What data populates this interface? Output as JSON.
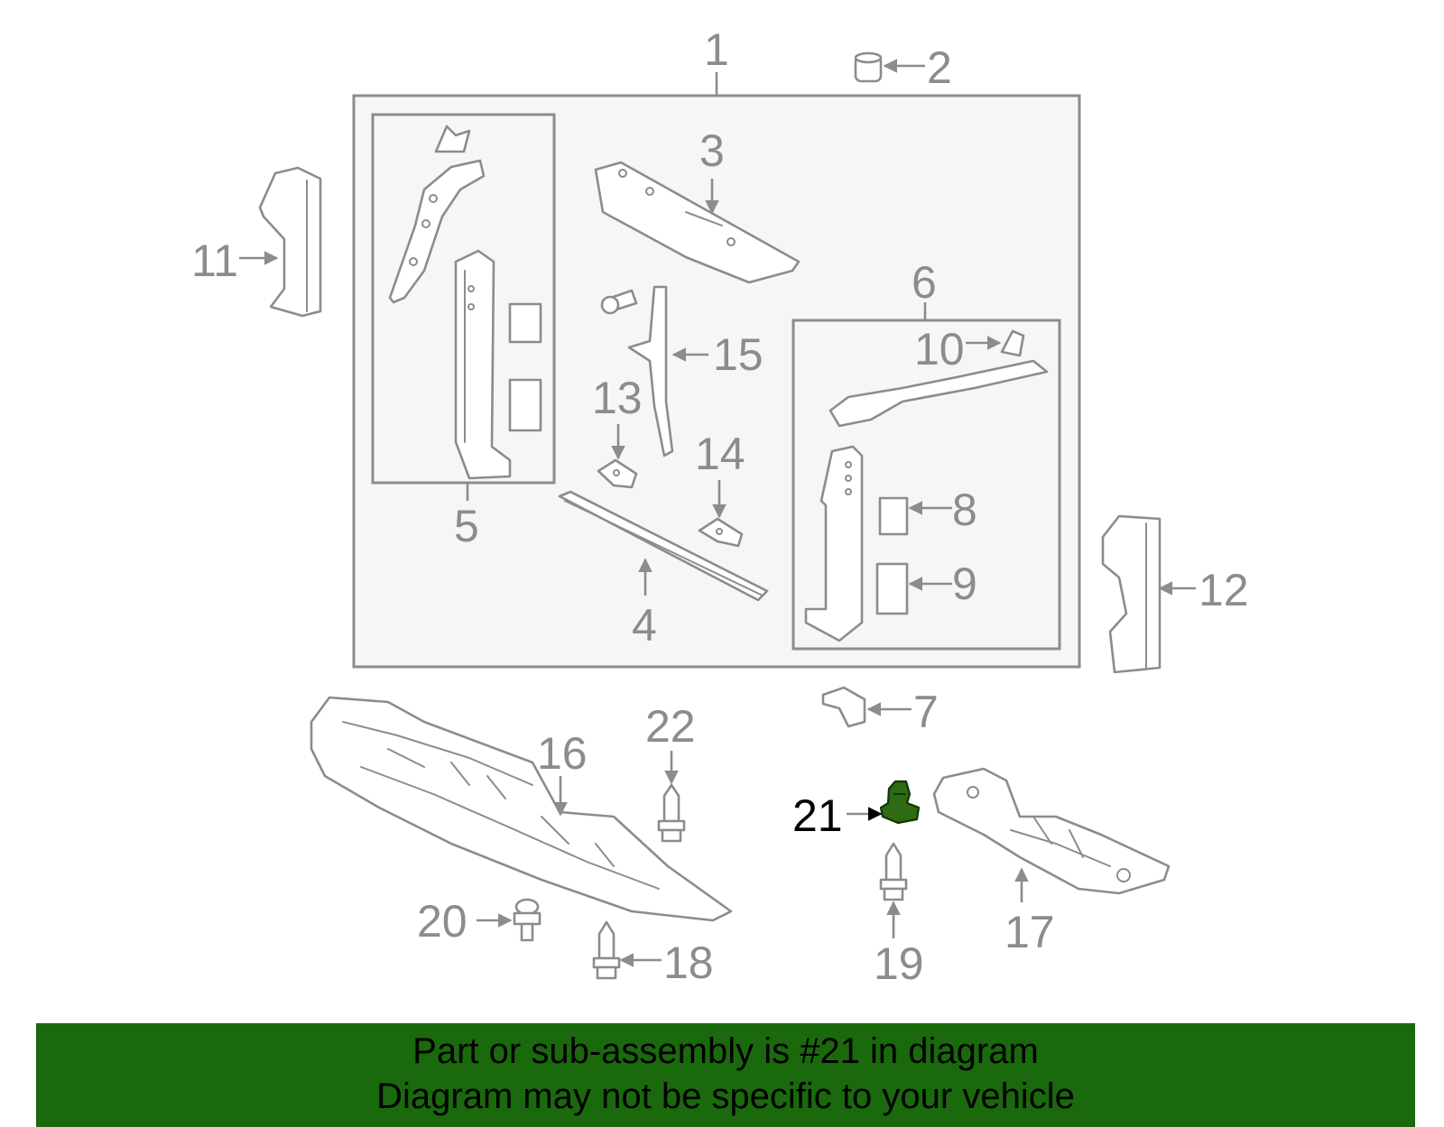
{
  "callouts": {
    "c1": "1",
    "c2": "2",
    "c3": "3",
    "c4": "4",
    "c5": "5",
    "c6": "6",
    "c7": "7",
    "c8": "8",
    "c9": "9",
    "c10": "10",
    "c11": "11",
    "c12": "12",
    "c13": "13",
    "c14": "14",
    "c15": "15",
    "c16": "16",
    "c17": "17",
    "c18": "18",
    "c19": "19",
    "c20": "20",
    "c21": "21",
    "c22": "22"
  },
  "highlight": {
    "part": "21",
    "color": "#2e6b12"
  },
  "banner": {
    "line1": "Part or sub-assembly is #21 in diagram",
    "line2": "Diagram may not be specific to your vehicle",
    "background": "#1a690d"
  }
}
